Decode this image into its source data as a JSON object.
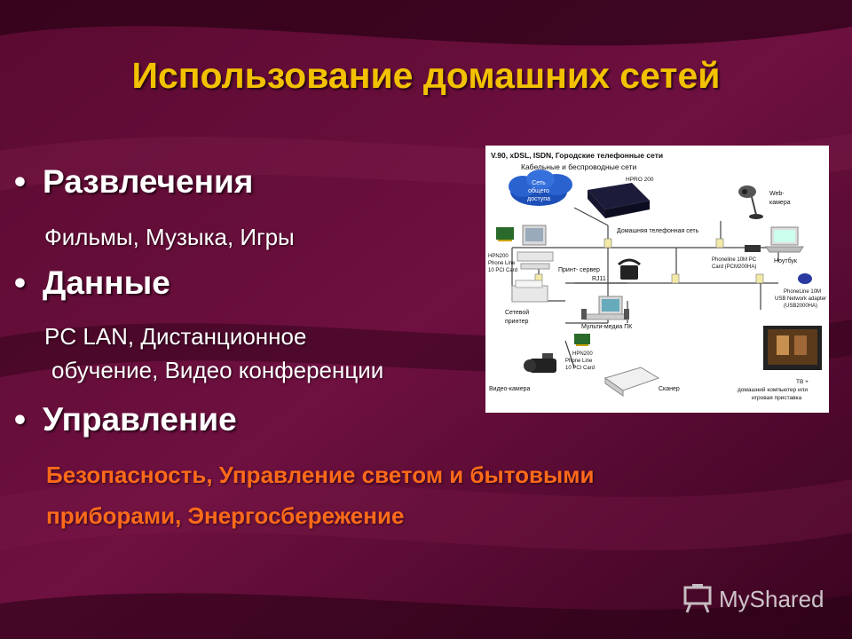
{
  "slide": {
    "title": "Использование домашних сетей",
    "bullets": [
      {
        "marker": "•",
        "heading": "Развлечения",
        "detail": [
          "Фильмы, Музыка, Игры"
        ]
      },
      {
        "marker": "•",
        "heading": "Данные",
        "detail": [
          "PC LAN, Дистанционное",
          "обучение, Видео конференции"
        ]
      },
      {
        "marker": "•",
        "heading": "Управление",
        "detail": [
          "Безопасность, Управление светом и бытовыми",
          "приборами, Энергосбережение"
        ]
      }
    ]
  },
  "diagram": {
    "top_line1": "V.90, xDSL, ISDN, Городские телефонные сети",
    "top_line2": "Кабельные и беспроводные сети",
    "cloud": [
      "Сеть",
      "общего",
      "доступа"
    ],
    "hpro": "HPRO 200",
    "webcam": [
      "Web-",
      "камера"
    ],
    "home_net": "Домашняя телефонная сеть",
    "hpn_top": [
      "HPN200",
      "Phone Line",
      "10 PCI Card"
    ],
    "print_server": [
      "Принт- сервер",
      "RJ11"
    ],
    "phoneline_card": [
      "Phoneline 10M PC",
      "Card (PCM200HA)"
    ],
    "notebook": "Ноутбук",
    "usb": [
      "PhoneLine 10M",
      "USB Network adapter",
      "(USB2000HA)"
    ],
    "printer": [
      "Сетевой",
      "принтер"
    ],
    "media_pc": "Мульти-медиа ПК",
    "hpn_bottom": [
      "HPN200",
      "Phone Line",
      "10 PCI Card"
    ],
    "camera": "Видео-камера",
    "scanner": "Сканер",
    "tv": [
      "ТВ +",
      "домашний компьютер или",
      "игровая приставка"
    ]
  },
  "watermark": {
    "text": "MyShared"
  },
  "colors": {
    "title": "#f2c200",
    "accent": "#ff6a1a",
    "background": "#3a0420"
  }
}
